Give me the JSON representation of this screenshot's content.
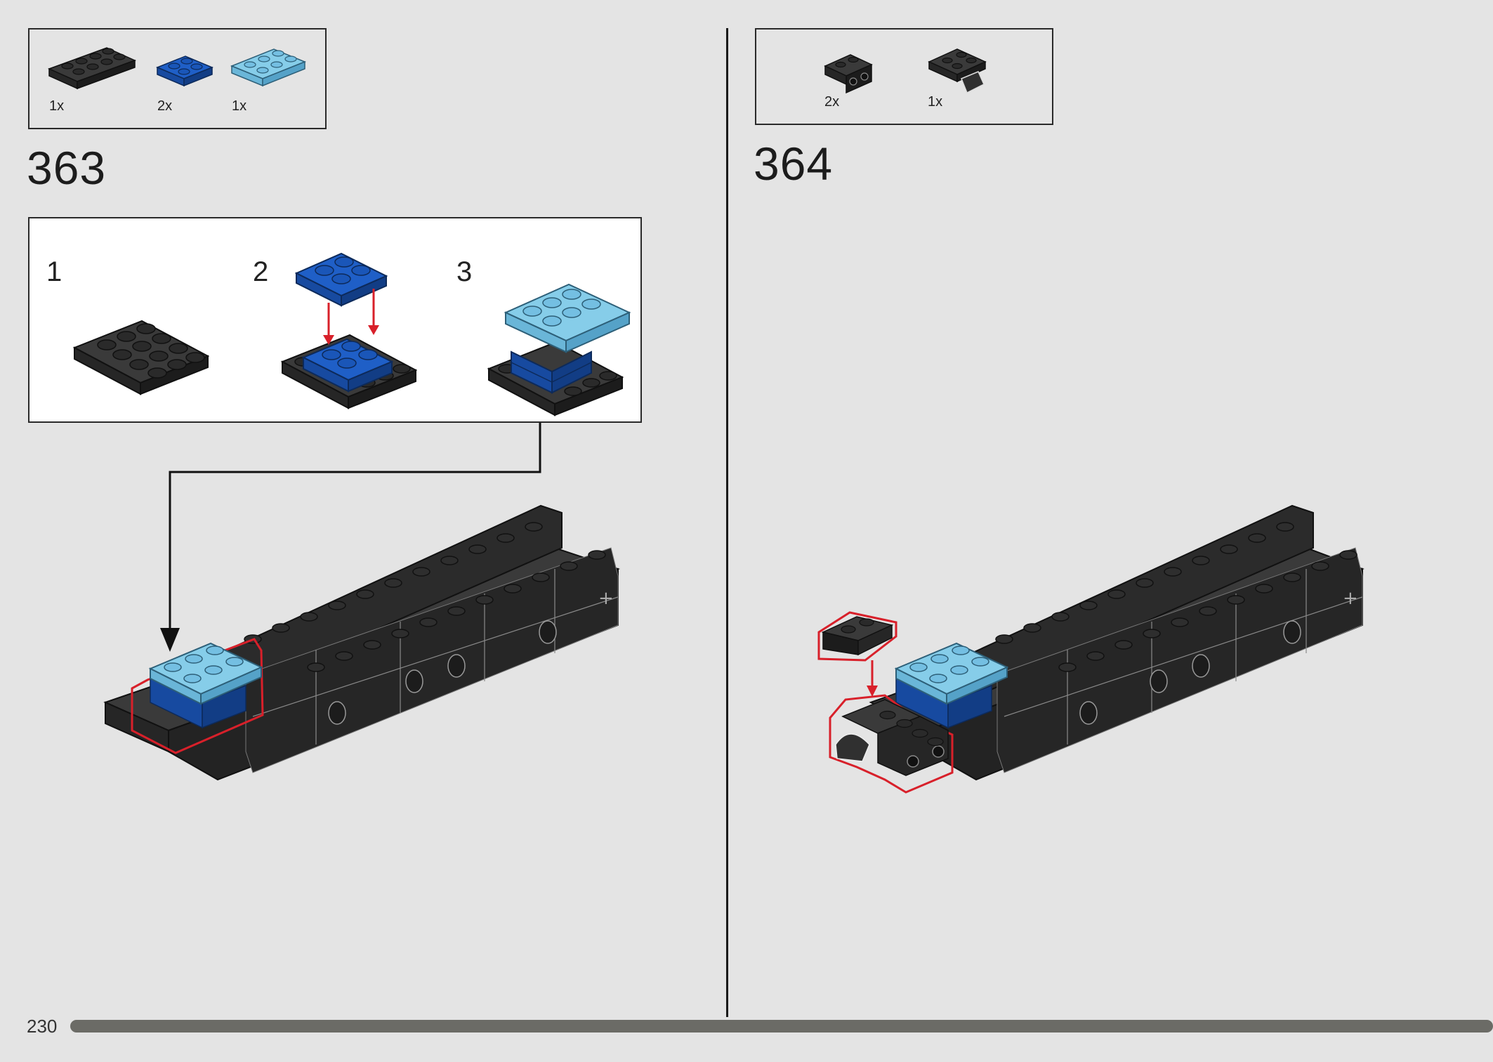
{
  "page": {
    "page_number": "230",
    "progress_fraction": 1.0
  },
  "colors": {
    "background": "#e4e4e4",
    "black_brick": "#2f2f2f",
    "dark_blue_brick": "#1f5fc7",
    "light_blue_brick": "#7cc6e6",
    "highlight": "#d8202a",
    "progress_bar": "#6b6b66"
  },
  "steps": [
    {
      "number": "363",
      "parts": [
        {
          "name": "black 2x4 plate",
          "qty": "1x"
        },
        {
          "name": "blue 2x2 plate",
          "qty": "2x"
        },
        {
          "name": "light blue 2x3 plate",
          "qty": "1x"
        }
      ],
      "substeps": [
        "1",
        "2",
        "3"
      ]
    },
    {
      "number": "364",
      "parts": [
        {
          "name": "black bracket with holes",
          "qty": "2x"
        },
        {
          "name": "black hinge plate",
          "qty": "1x"
        }
      ]
    }
  ]
}
